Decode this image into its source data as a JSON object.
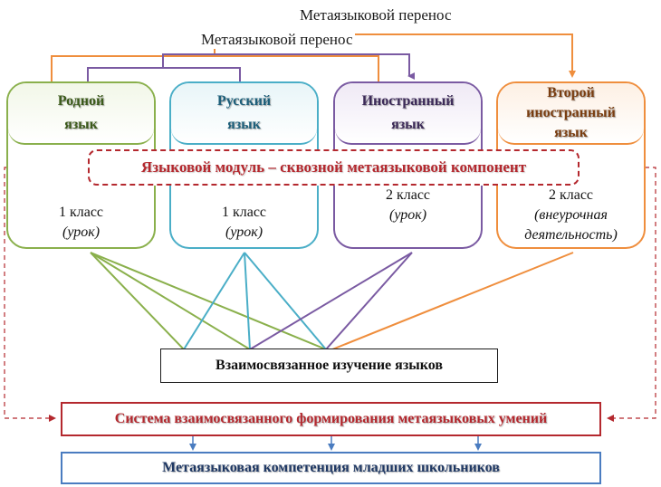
{
  "transfers": {
    "upper": "Метаязыковой перенос",
    "lower": "Метаязыковой перенос"
  },
  "languages": [
    {
      "name_line1": "Родной",
      "name_line2": "язык",
      "grade": "1 класс",
      "format": "(урок)",
      "color": "#8ab04c"
    },
    {
      "name_line1": "Русский",
      "name_line2": "язык",
      "grade": "1 класс",
      "format": "(урок)",
      "color": "#4aaec7"
    },
    {
      "name_line1": "Иностранный",
      "name_line2": "язык",
      "grade": "2 класс",
      "format": "(урок)",
      "color": "#7a5aa2"
    },
    {
      "name_line1": "Второй",
      "name_line2": "иностранный",
      "name_line3": "язык",
      "grade": "2 класс",
      "format_line1": "(внеурочная",
      "format_line2": "деятельность)",
      "color": "#ef8e3d"
    }
  ],
  "module": "Языковой модуль – сквозной метаязыковой компонент",
  "study": "Взаимосвязанное изучение языков",
  "system": "Система взаимосвязанного формирования метаязыковых умений",
  "competence": "Метаязыковая компетенция младших школьников",
  "colors": {
    "accent_red": "#b4282e",
    "accent_blue": "#4a7cc0"
  }
}
